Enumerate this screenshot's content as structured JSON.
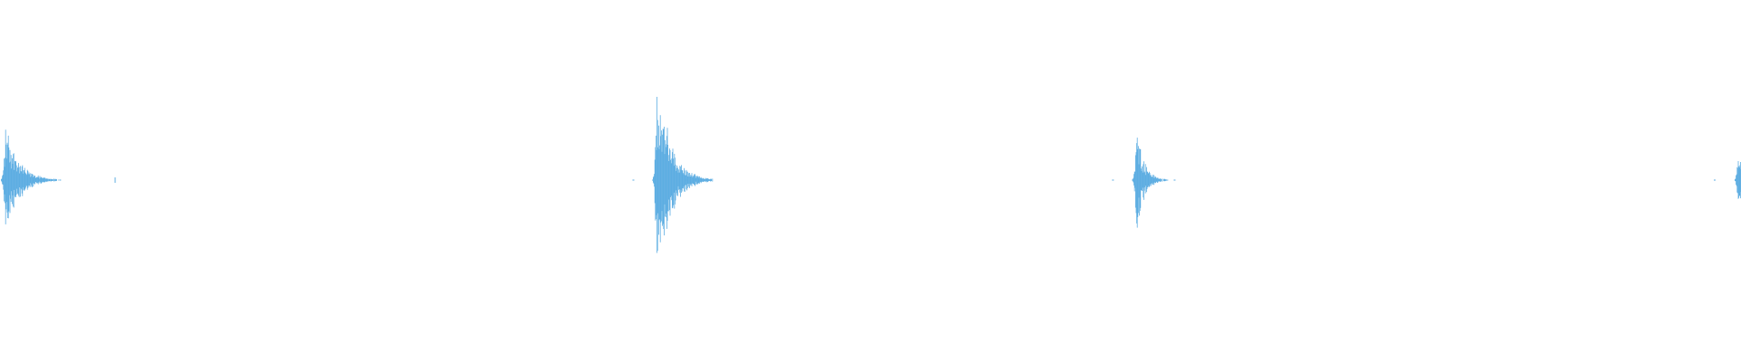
{
  "waveform": {
    "color": "#5dade2",
    "background": "#ffffff",
    "bursts": [
      {
        "name": "burst-1",
        "center_sec": 0.05,
        "peak_amplitude": 0.52,
        "attack": "sharp",
        "decay": "medium"
      },
      {
        "name": "burst-2",
        "center_sec": 7.25,
        "peak_amplitude": 1.0,
        "attack": "sharp",
        "decay": "medium"
      },
      {
        "name": "burst-3",
        "center_sec": 12.55,
        "peak_amplitude": 0.52,
        "attack": "sharp",
        "decay": "short"
      },
      {
        "name": "burst-4",
        "center_sec": 19.2,
        "peak_amplitude": 0.25,
        "attack": "sharp",
        "decay": "short"
      }
    ],
    "duration_sec": 19.2
  }
}
